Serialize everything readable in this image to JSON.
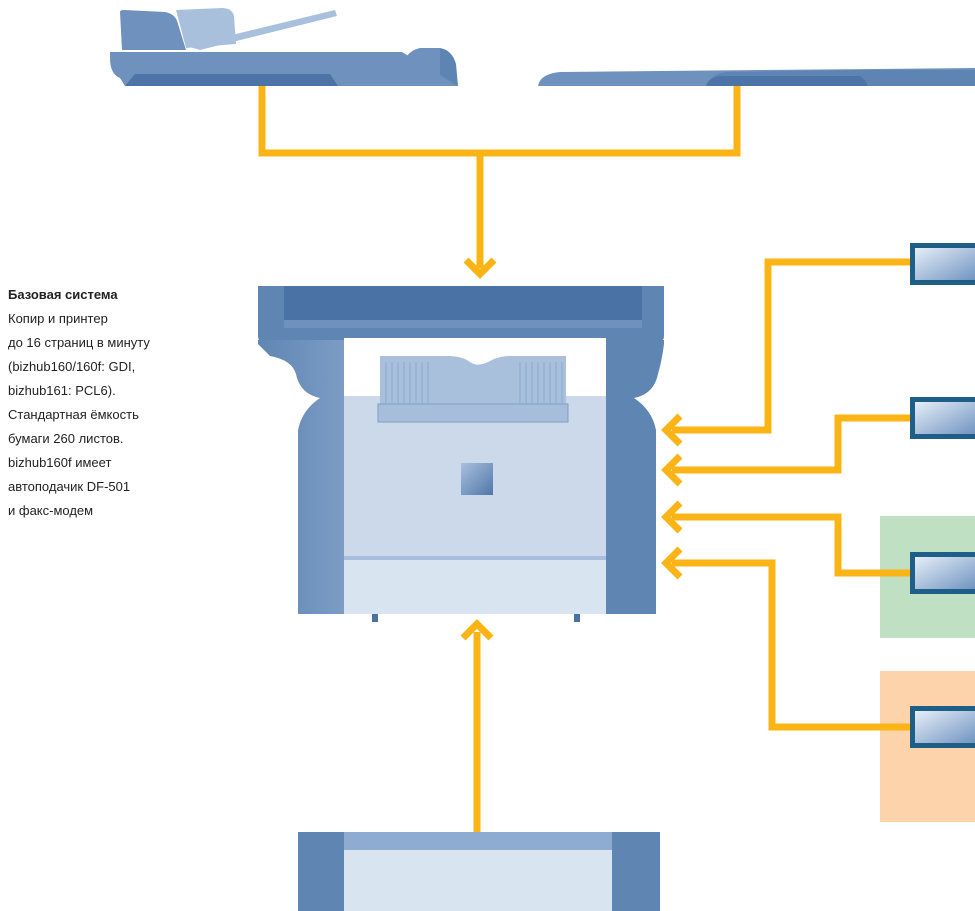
{
  "description": {
    "title": "Базовая система",
    "lines": [
      "Копир и принтер",
      "до 16 страниц в минуту",
      "(bizhub160/160f: GDI,",
      "bizhub161: PCL6).",
      "Стандартная ёмкость",
      "бумаги 260 листов.",
      "bizhub160f имеет",
      "автоподачик DF-501",
      "и факс-модем"
    ]
  },
  "colors": {
    "connector": "#FBB415",
    "device_dark": "#5F86B3",
    "device_mid": "#A6BEDC",
    "device_light": "#CBD9EA",
    "device_lighter": "#D9E4F1",
    "option_green_bg": "#BFE0C3",
    "option_orange_bg": "#FDD3AC",
    "background": "#FFFFFF"
  },
  "icons": {
    "adf": "automatic-document-feeder-icon",
    "cover": "original-cover-icon",
    "mfp": "multifunction-printer-icon",
    "cassette": "paper-cassette-icon",
    "module": "interface-module-icon"
  }
}
